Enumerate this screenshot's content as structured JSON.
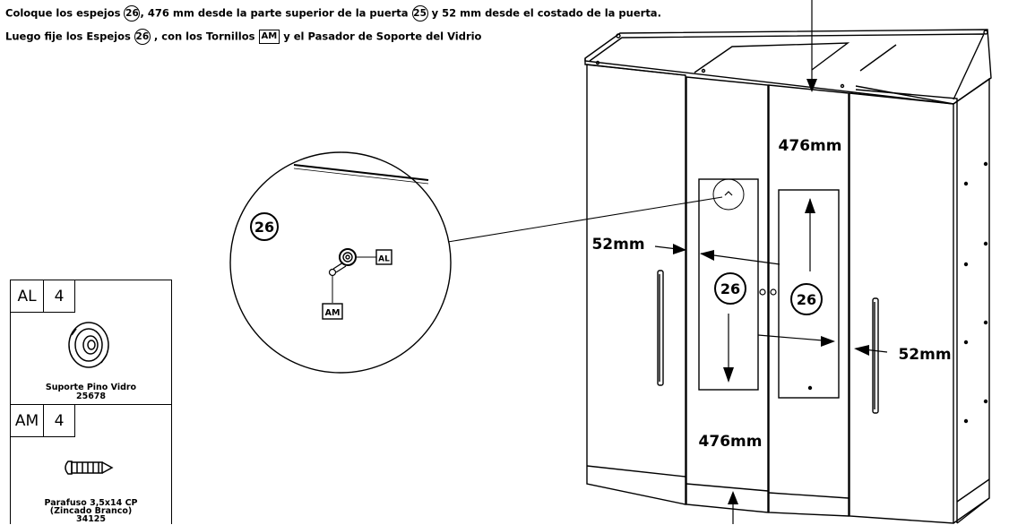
{
  "instructions": {
    "line1_a": "Coloque los espejos",
    "line1_mirror_ref": "26",
    "line1_b": ", 476 mm desde la parte superior de la puerta",
    "line1_door_ref": "25",
    "line1_c": "y 52 mm desde el costado de la puerta.",
    "line2_a": "Luego fije los Espejos",
    "line2_mirror_ref": "26",
    "line2_b": ", con los Tornillos",
    "line2_screw_ref": "AM",
    "line2_c": "y el Pasador de Soporte del Vidrio"
  },
  "detail": {
    "part_label": "26",
    "callout_pin": "AL",
    "callout_screw": "AM"
  },
  "measurements": {
    "top_distance": "476mm",
    "bottom_distance": "476mm",
    "left_side": "52mm",
    "right_side": "52mm",
    "mirror_left_label": "26",
    "mirror_right_label": "26"
  },
  "parts": [
    {
      "code": "AL",
      "qty": "4",
      "name": "Suporte Pino Vidro",
      "ref": "25678",
      "icon": "glass-pin-support-icon"
    },
    {
      "code": "AM",
      "qty": "4",
      "name_line1": "Parafuso 3,5x14 CP",
      "name_line2": "(Zincado Branco)",
      "ref": "34125",
      "icon": "screw-icon"
    }
  ]
}
